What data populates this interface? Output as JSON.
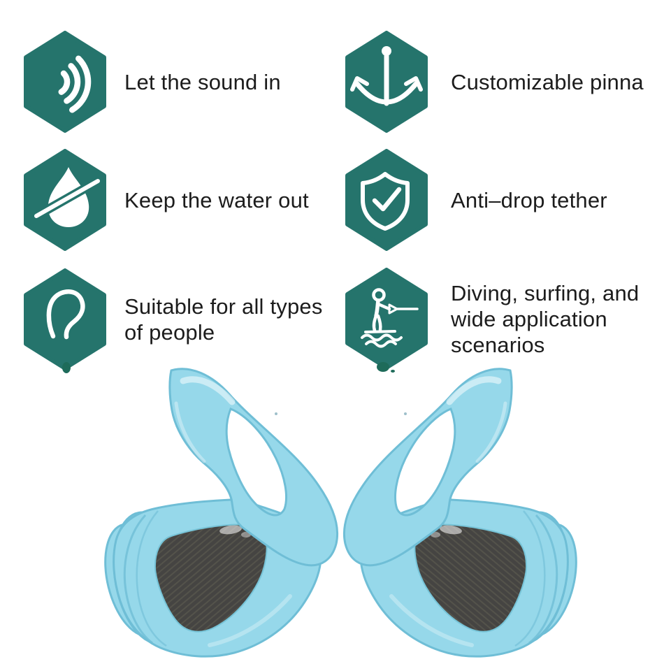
{
  "features": {
    "icon_color": "#25746C",
    "glyph_color": "#FFFFFF",
    "text_color": "#1C1C1C",
    "items": [
      {
        "icon": "sound-waves-icon",
        "lines": [
          "Let the sound in"
        ]
      },
      {
        "icon": "anchor-icon",
        "lines": [
          "Customizable pinna"
        ]
      },
      {
        "icon": "water-drop-slash-icon",
        "lines": [
          "Keep the water out"
        ]
      },
      {
        "icon": "shield-check-icon",
        "lines": [
          "Anti–drop tether"
        ]
      },
      {
        "icon": "ear-icon",
        "lines": [
          "Suitable for all types",
          "of people"
        ]
      },
      {
        "icon": "water-skier-icon",
        "lines": [
          "Diving, surfing, and",
          "wide application",
          "scenarios"
        ]
      }
    ]
  },
  "product": {
    "name": "pair of light blue silicone swimming earplugs with dark mesh tips",
    "colors": {
      "silicone": "#96D8EA",
      "silicone_edge": "#6FBED6",
      "silicone_highlight": "#FFFFFF",
      "mesh_patch": "#454442",
      "mesh_weave_line": "#54534B",
      "debris_speck": "#1E6B5A"
    },
    "background": "#FFFFFF"
  }
}
